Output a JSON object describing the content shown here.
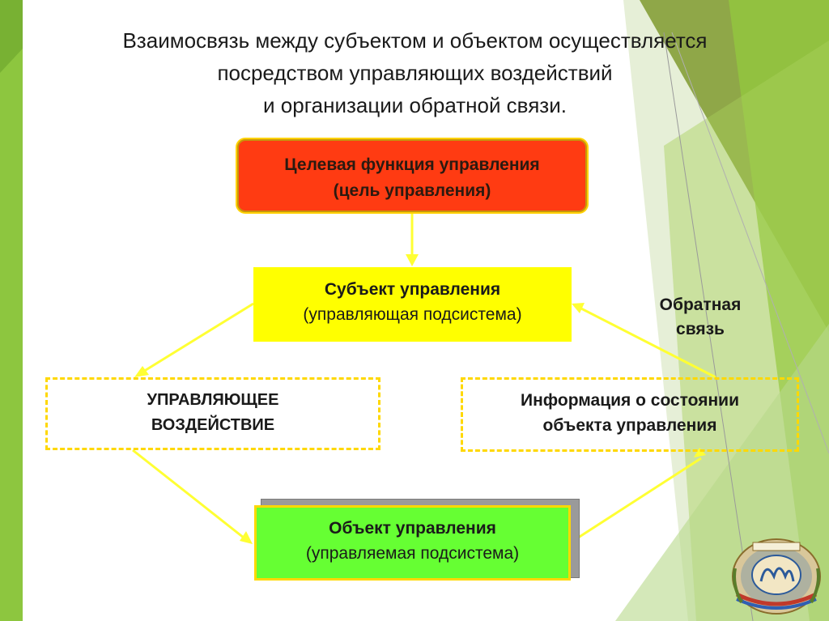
{
  "title": {
    "line1": "Взаимосвязь между субъектом и объектом осуществляется",
    "line2": "посредством управляющих воздействий",
    "line3": "и организации обратной связи."
  },
  "boxes": {
    "goal": {
      "line1": "Целевая функция управления",
      "line2": "(цель управления)"
    },
    "subject": {
      "line1": "Субъект управления",
      "line2": "(управляющая подсистема)"
    },
    "action": {
      "line1": "УПРАВЛЯЮЩЕЕ",
      "line2": "ВОЗДЕЙСТВИЕ"
    },
    "info": {
      "line1": "Информация о состоянии",
      "line2": "объекта управления"
    },
    "object": {
      "line1": "Объект управления",
      "line2": "(управляемая подсистема)"
    }
  },
  "feedback": {
    "line1": "Обратная",
    "line2": "связь"
  },
  "colors": {
    "goal_fill": "#ff3b12",
    "subject_fill": "#ffff00",
    "object_fill": "#66ff33",
    "arrow": "#ffff33",
    "dashed_border": "#ffd800",
    "accent_green": "#8dc63f"
  }
}
